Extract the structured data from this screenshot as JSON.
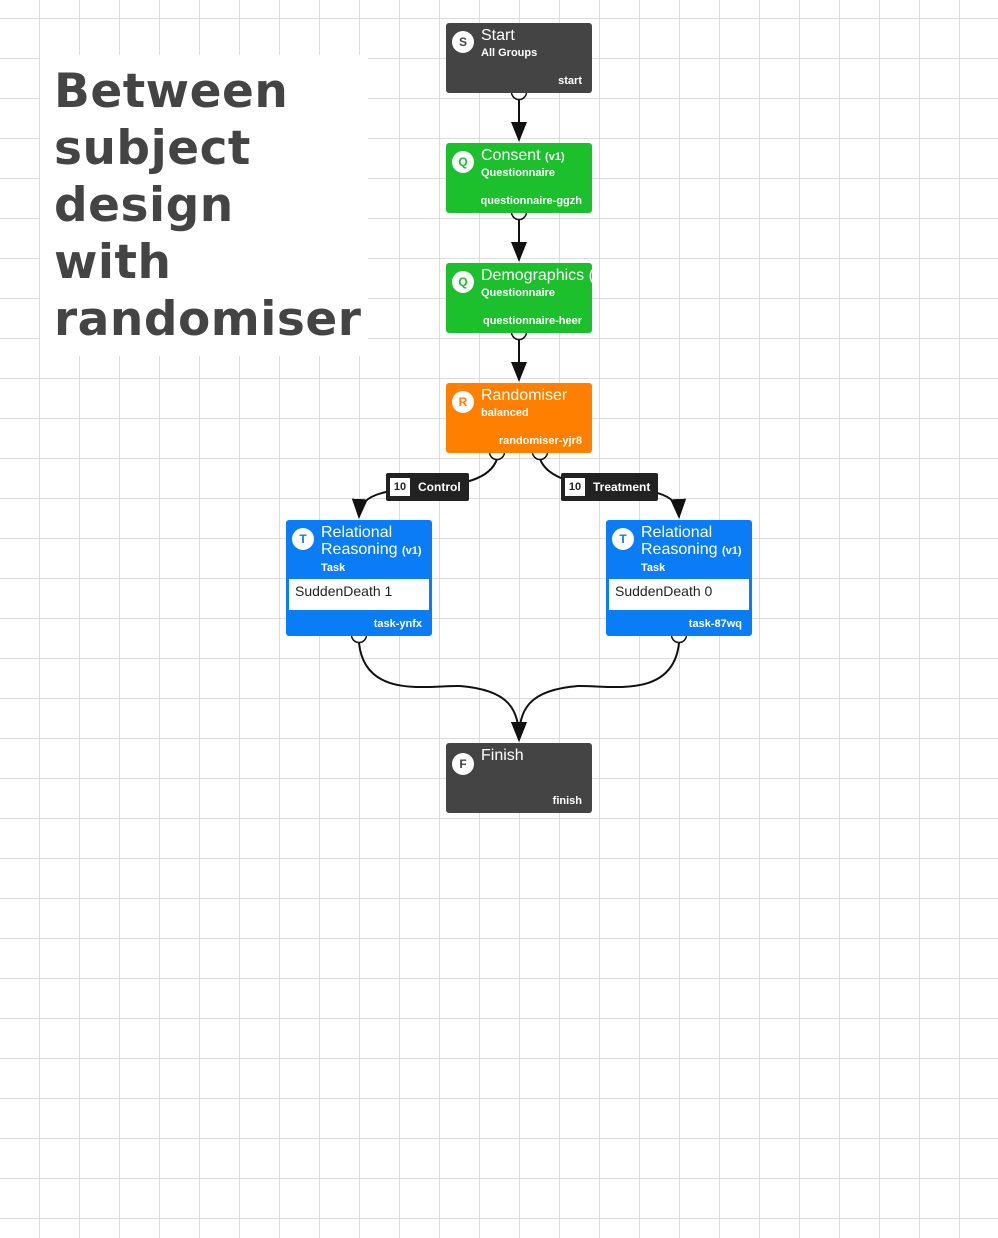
{
  "title": "Between subject design with randomiser",
  "colors": {
    "start": "#444444",
    "questionnaire": "#1cbf2c",
    "randomiser": "#ff8000",
    "task": "#0a7cf5",
    "finish": "#444444"
  },
  "nodes": {
    "start": {
      "badge": "S",
      "name": "Start",
      "sub": "All Groups",
      "id": "start"
    },
    "consent": {
      "badge": "Q",
      "name": "Consent",
      "version": "(v1)",
      "sub": "Questionnaire",
      "id": "questionnaire-ggzh"
    },
    "demographics": {
      "badge": "Q",
      "name": "Demographics",
      "version": "(",
      "sub": "Questionnaire",
      "id": "questionnaire-heer"
    },
    "randomiser": {
      "badge": "R",
      "name": "Randomiser",
      "sub": "balanced",
      "id": "randomiser-yjr8"
    },
    "task_control": {
      "badge": "T",
      "name1": "Relational",
      "name2": "Reasoning",
      "version": "(v1)",
      "sub": "Task",
      "param": "SuddenDeath 1",
      "id": "task-ynfx"
    },
    "task_treatment": {
      "badge": "T",
      "name1": "Relational",
      "name2": "Reasoning",
      "version": "(v1)",
      "sub": "Task",
      "param": "SuddenDeath 0",
      "id": "task-87wq"
    },
    "finish": {
      "badge": "F",
      "name": "Finish",
      "id": "finish"
    }
  },
  "edges": {
    "control": {
      "count": "10",
      "label": "Control"
    },
    "treatment": {
      "count": "10",
      "label": "Treatment"
    }
  }
}
